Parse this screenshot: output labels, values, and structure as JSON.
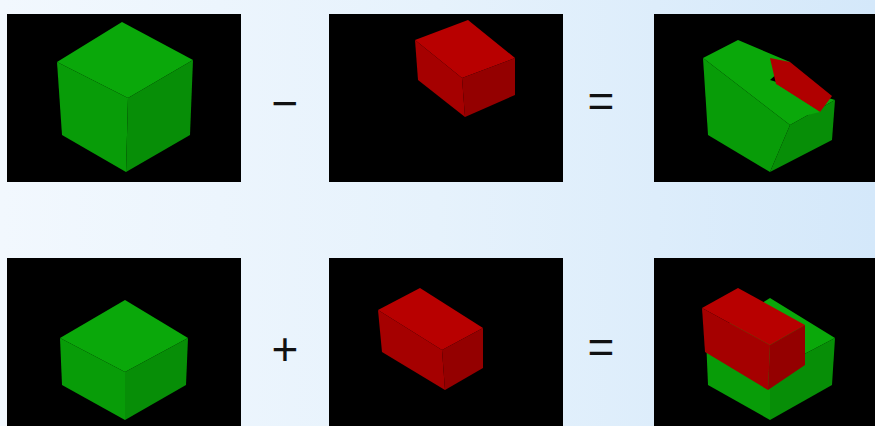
{
  "diagram": {
    "labels": [
      "−",
      "=",
      "+",
      "="
    ]
  }
}
